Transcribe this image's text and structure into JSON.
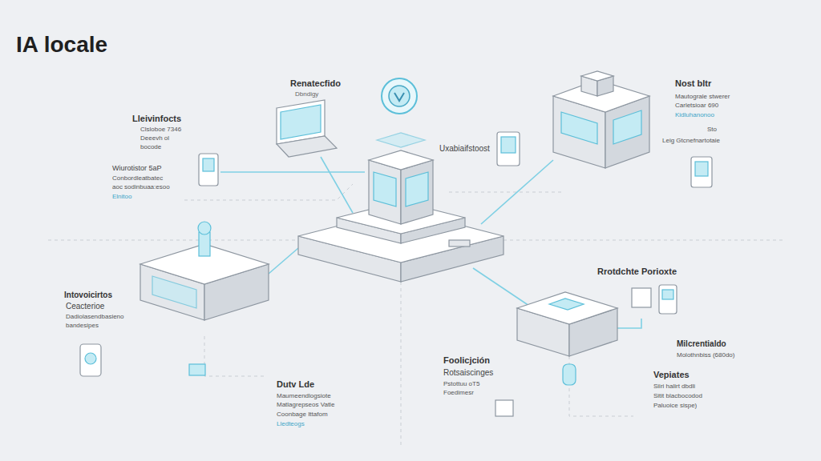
{
  "diagram": {
    "title": "IA locale",
    "labels": [
      "Renatecfido",
      "Dbndigy",
      "Uxabiaifstoost",
      "Nost bltr",
      "Mautograle stwerer",
      "Carletsioar 690",
      "Kidluhanonoo",
      "Sto",
      "Leig Gtcnefnartotaie",
      "Lleivinfocts",
      "Clsloboe 7346",
      "Deeevh ol",
      "bocode",
      "Wiurotistor 5aP",
      "Conbordleatbatec",
      "aoc sodinbuaa:esoo",
      "Elnitoo",
      "Intovoicirtos",
      "Ceacterioe",
      "Dadiolasendbasieno",
      "bandesipes",
      "Dutv Lde",
      "Maumeendlogsiote",
      "Matlagrepseos Vatle",
      "Coonbage Ittafom",
      "Lledteogs",
      "Rrotdchte Porioxte",
      "Foolicjción",
      "Rotsaiscinges",
      "Pstottuu oT5",
      "Foedimesr",
      "Milcrentialdo",
      "Molothnbiss (680do)",
      "Vepiates",
      "Siiri halirt dbdli",
      "Sitit blacbocodod",
      "Paluoice sispe)"
    ]
  }
}
